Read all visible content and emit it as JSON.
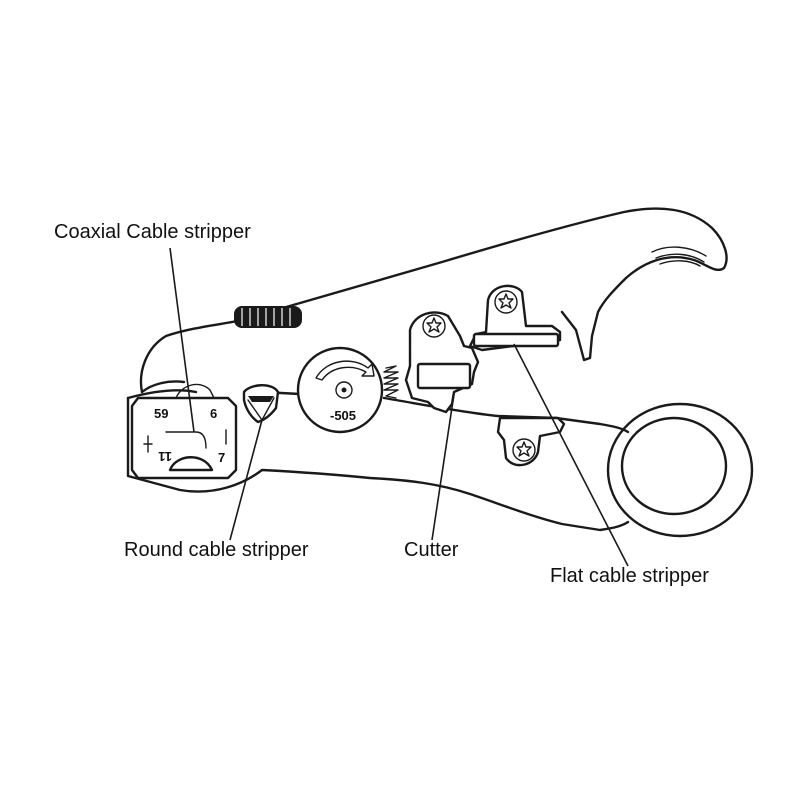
{
  "labels": {
    "coaxial": "Coaxial Cable stripper",
    "round": "Round cable stripper",
    "cutter": "Cutter",
    "flat": "Flat cable stripper"
  },
  "markings": {
    "size_59": "59",
    "size_6": "6",
    "size_11": "11",
    "size_7": "7",
    "model": "-505"
  },
  "colors": {
    "line": "#1a1a1a",
    "background": "#ffffff"
  }
}
